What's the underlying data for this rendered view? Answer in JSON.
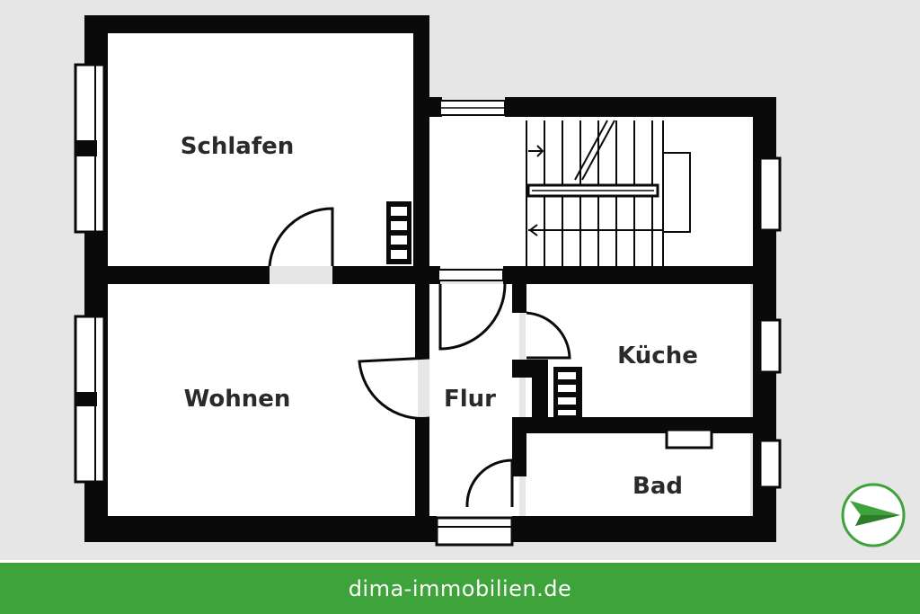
{
  "rooms": {
    "schlafen": "Schlafen",
    "wohnen": "Wohnen",
    "flur": "Flur",
    "kueche": "Küche",
    "bad": "Bad"
  },
  "footer": {
    "url": "dima-immobilien.de"
  },
  "colors": {
    "background": "#e6e6e6",
    "wall": "#0a0a0a",
    "floor": "#ffffff",
    "brand_green": "#3ea33a",
    "label": "#2a2a2a"
  },
  "icons": {
    "compass": "north-arrow-icon"
  }
}
